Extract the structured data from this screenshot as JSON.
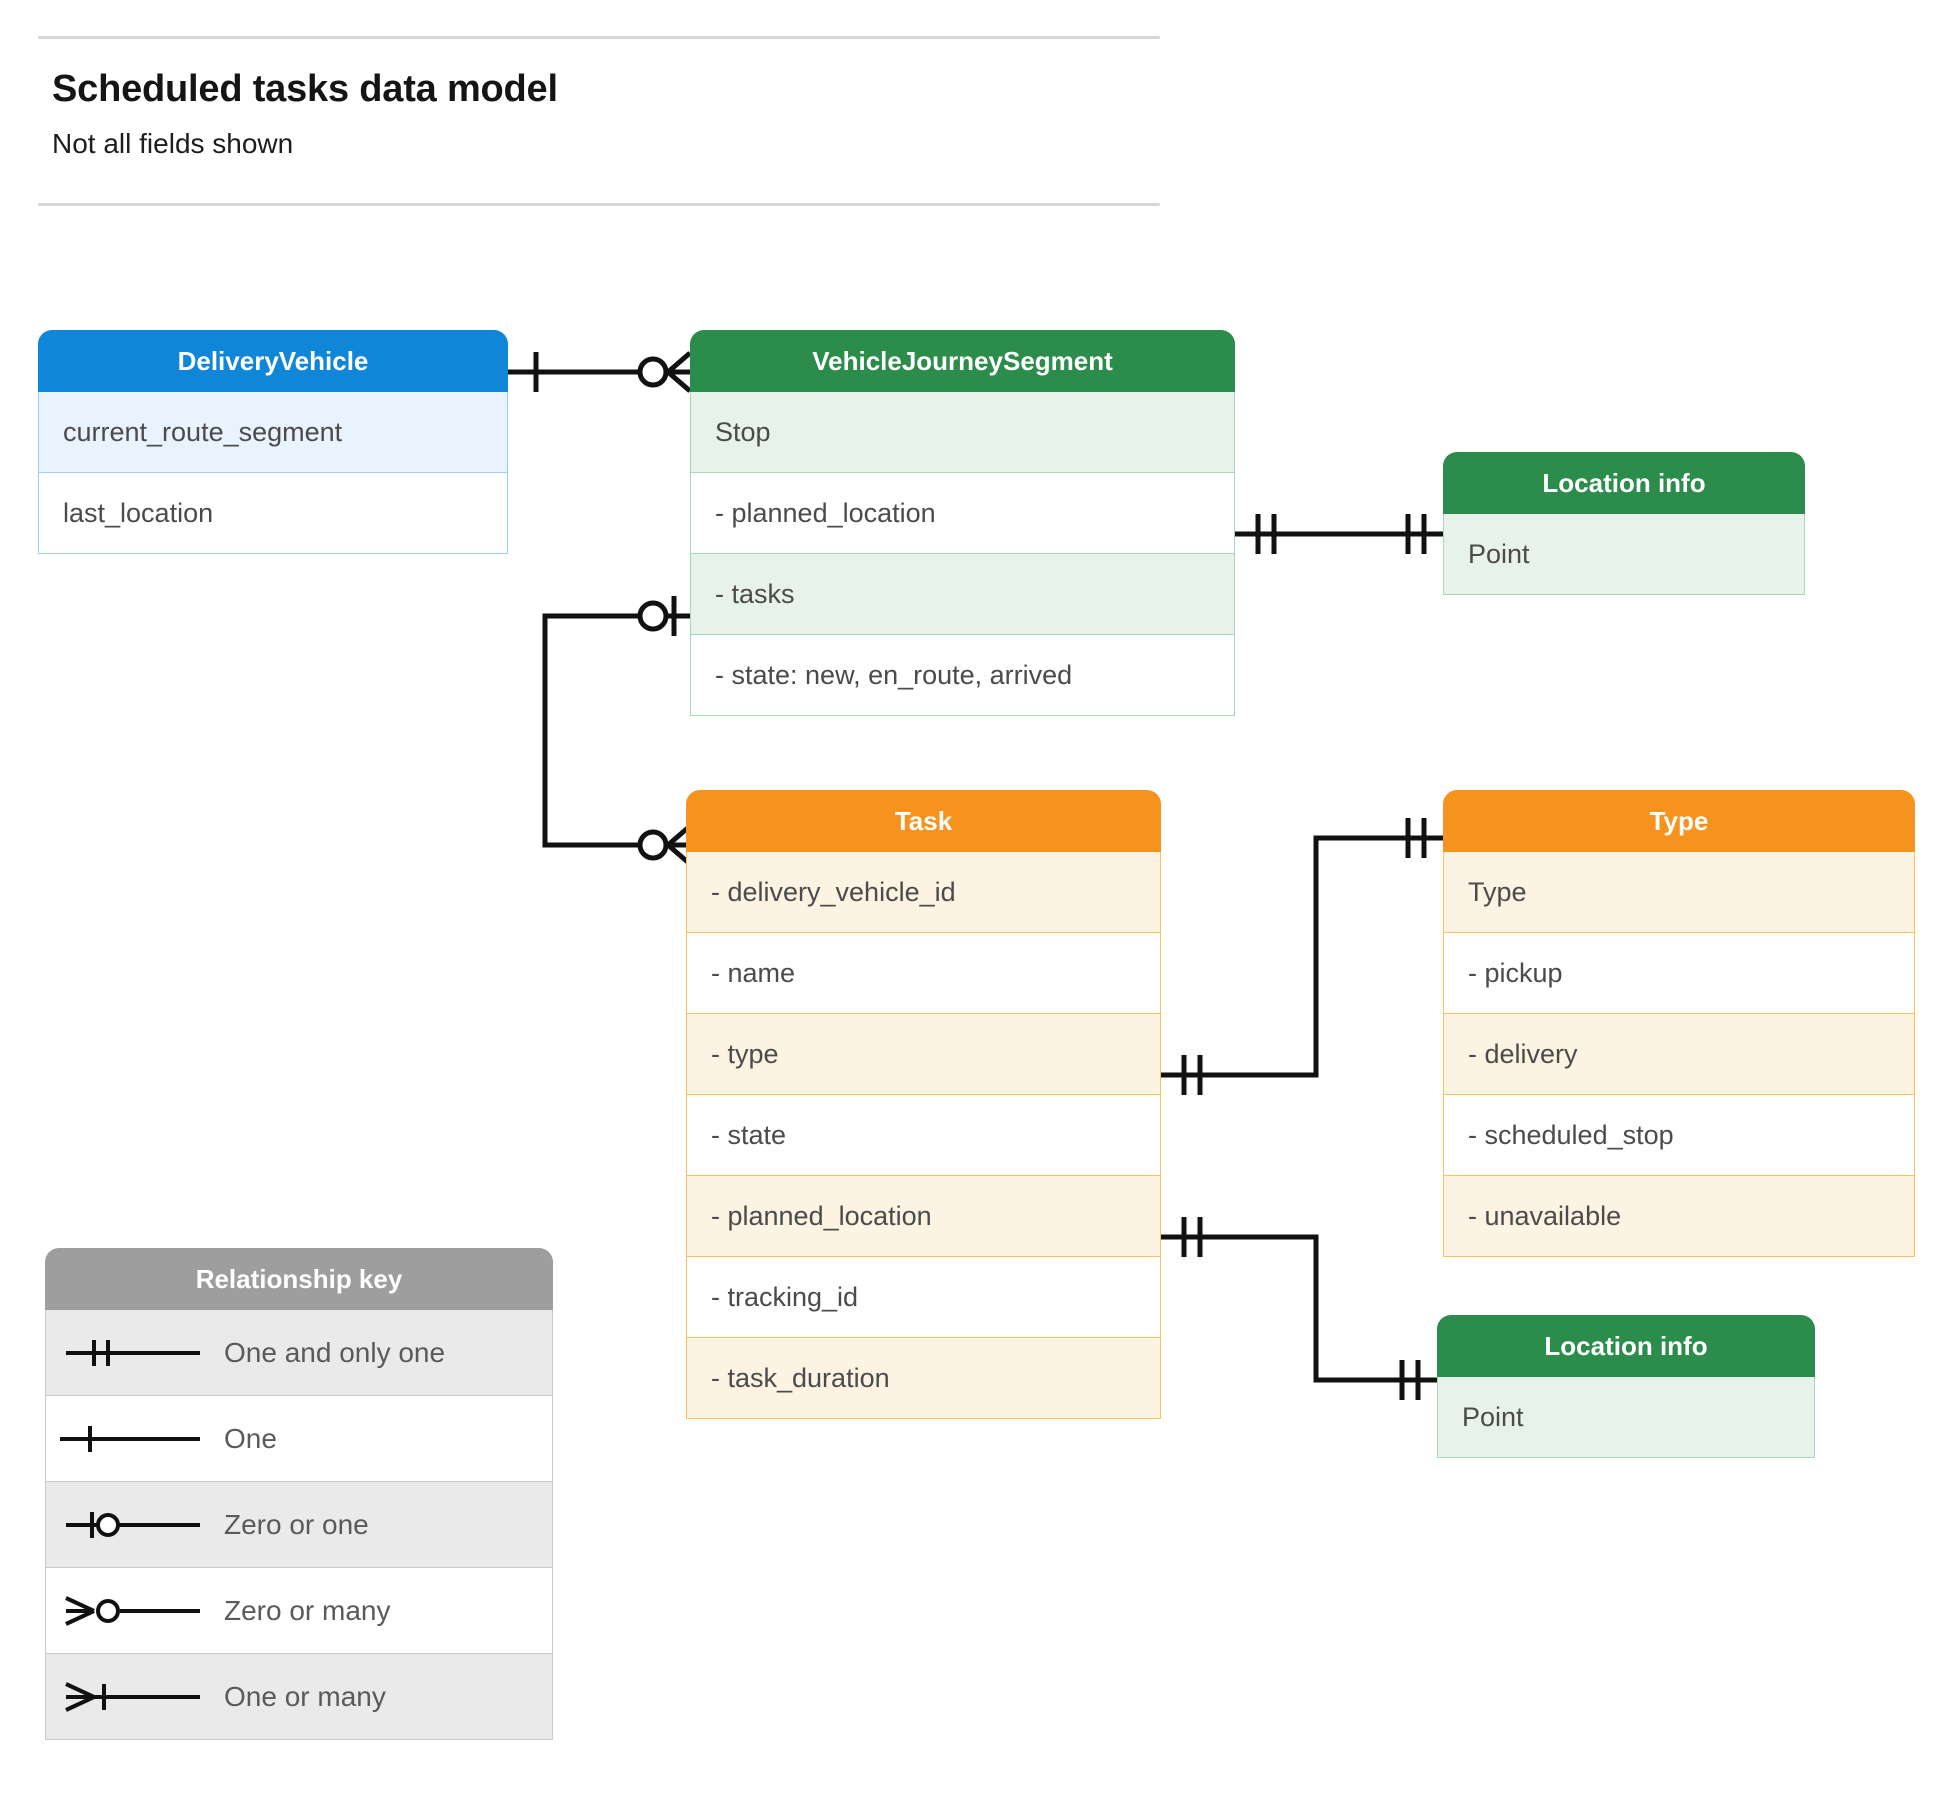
{
  "header": {
    "title": "Scheduled tasks data model",
    "subtitle": "Not all fields shown"
  },
  "entities": {
    "delivery_vehicle": {
      "title": "DeliveryVehicle",
      "color": "#0f86d8",
      "rows": [
        "current_route_segment",
        "last_location"
      ]
    },
    "vehicle_journey_segment": {
      "title": "VehicleJourneySegment",
      "color": "#2b8c4b",
      "rows": [
        "Stop",
        "-  planned_location",
        "- tasks",
        "- state: new, en_route, arrived"
      ]
    },
    "location_info_top": {
      "title": "Location info",
      "color": "#2b8c4b",
      "rows": [
        "Point"
      ]
    },
    "task": {
      "title": "Task",
      "color": "#f6931e",
      "rows": [
        "- delivery_vehicle_id",
        "- name",
        "- type",
        "- state",
        "- planned_location",
        "- tracking_id",
        "- task_duration"
      ]
    },
    "type": {
      "title": "Type",
      "color": "#f6931e",
      "rows": [
        "Type",
        "-   pickup",
        "-   delivery",
        "-   scheduled_stop",
        "-   unavailable"
      ]
    },
    "location_info_bottom": {
      "title": "Location info",
      "color": "#2b8c4b",
      "rows": [
        "Point"
      ]
    }
  },
  "legend": {
    "title": "Relationship key",
    "color": "#9e9e9e",
    "items": [
      {
        "symbol": "one-and-only-one",
        "label": "One and only one"
      },
      {
        "symbol": "one",
        "label": "One"
      },
      {
        "symbol": "zero-or-one",
        "label": "Zero or one"
      },
      {
        "symbol": "zero-or-many",
        "label": "Zero or many"
      },
      {
        "symbol": "one-or-many",
        "label": "One or many"
      }
    ]
  },
  "relationships": [
    {
      "from": "delivery_vehicle",
      "to": "vehicle_journey_segment",
      "from_cardinality": "one",
      "to_cardinality": "zero-or-many"
    },
    {
      "from": "vehicle_journey_segment.planned_location",
      "to": "location_info_top",
      "from_cardinality": "one-and-only-one",
      "to_cardinality": "one-and-only-one"
    },
    {
      "from": "vehicle_journey_segment.tasks",
      "to": "task",
      "from_cardinality": "zero-or-one",
      "to_cardinality": "zero-or-many"
    },
    {
      "from": "task.type",
      "to": "type",
      "from_cardinality": "one-and-only-one",
      "to_cardinality": "one-and-only-one"
    },
    {
      "from": "task.planned_location",
      "to": "location_info_bottom",
      "from_cardinality": "one-and-only-one",
      "to_cardinality": "one-and-only-one"
    }
  ],
  "colors": {
    "line": "#111111",
    "rule": "#d6d6d6",
    "title_text": "#151515",
    "row_text": "#4b4b4b"
  }
}
